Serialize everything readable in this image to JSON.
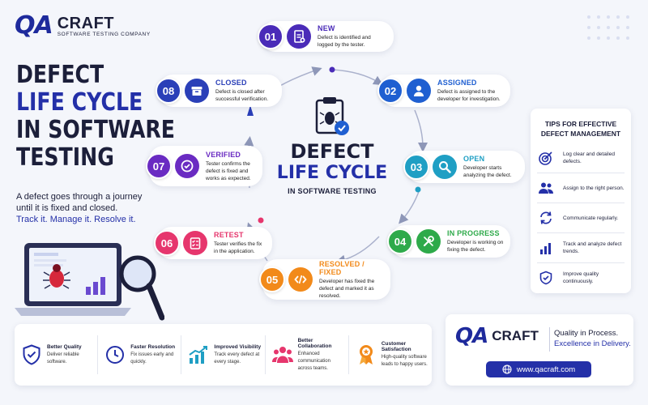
{
  "brand": {
    "logo_mark": "QA",
    "logo_name": "CRAFT",
    "logo_sub": "SOFTWARE TESTING COMPANY",
    "tagline_1": "Quality in Process.",
    "tagline_2": "Excellence in Delivery.",
    "url": "www.qacraft.com"
  },
  "headline": {
    "line1": "DEFECT",
    "line2": "LIFE CYCLE",
    "line3": "IN SOFTWARE",
    "line4": "TESTING"
  },
  "intro": {
    "text": "A defect goes through a journey until it is fixed and closed.",
    "highlight": "Track it. Manage it. Resolve it."
  },
  "center": {
    "line1": "DEFECT",
    "line2": "LIFE CYCLE",
    "line3": "IN SOFTWARE TESTING"
  },
  "stages": [
    {
      "num": "01",
      "name": "NEW",
      "desc": "Defect is identified and logged by the tester.",
      "color": "#4a2bb8"
    },
    {
      "num": "02",
      "name": "ASSIGNED",
      "desc": "Defect is assigned to the developer for investigation.",
      "color": "#1f5fd1"
    },
    {
      "num": "03",
      "name": "OPEN",
      "desc": "Developer starts analyzing the defect.",
      "color": "#1f9fc4"
    },
    {
      "num": "04",
      "name": "IN PROGRESS",
      "desc": "Developer is working on fixing the defect.",
      "color": "#2eaa4a"
    },
    {
      "num": "05",
      "name": "RESOLVED / FIXED",
      "desc": "Developer has fixed the defect and marked it as resolved.",
      "color": "#f28a1a"
    },
    {
      "num": "06",
      "name": "RETEST",
      "desc": "Tester verifies the fix in the application.",
      "color": "#e6366d"
    },
    {
      "num": "07",
      "name": "VERIFIED",
      "desc": "Tester confirms the defect is fixed and works as expected.",
      "color": "#6a2bc2"
    },
    {
      "num": "08",
      "name": "CLOSED",
      "desc": "Defect is closed after successful verification.",
      "color": "#2a3fb8"
    }
  ],
  "tips": {
    "title": "TIPS FOR EFFECTIVE DEFECT MANAGEMENT",
    "items": [
      {
        "text": "Log clear and detailed defects.",
        "icon": "target-icon"
      },
      {
        "text": "Assign to the right person.",
        "icon": "people-icon"
      },
      {
        "text": "Communicate regularly.",
        "icon": "refresh-icon"
      },
      {
        "text": "Track and analyze defect trends.",
        "icon": "bar-chart-icon"
      },
      {
        "text": "Improve quality continuously.",
        "icon": "shield-check-icon"
      }
    ]
  },
  "benefits": [
    {
      "title": "Better Quality",
      "desc": "Deliver reliable software.",
      "icon": "shield-check-icon",
      "color": "#2430a8"
    },
    {
      "title": "Faster Resolution",
      "desc": "Fix issues early and quickly.",
      "icon": "clock-icon",
      "color": "#2430a8"
    },
    {
      "title": "Improved Visibility",
      "desc": "Track every defect at every stage.",
      "icon": "trend-chart-icon",
      "color": "#1f9fc4"
    },
    {
      "title": "Better Collaboration",
      "desc": "Enhanced communication across teams.",
      "icon": "team-icon",
      "color": "#e6366d"
    },
    {
      "title": "Customer Satisfaction",
      "desc": "High-quality software leads to happy users.",
      "icon": "award-icon",
      "color": "#f28a1a"
    }
  ]
}
